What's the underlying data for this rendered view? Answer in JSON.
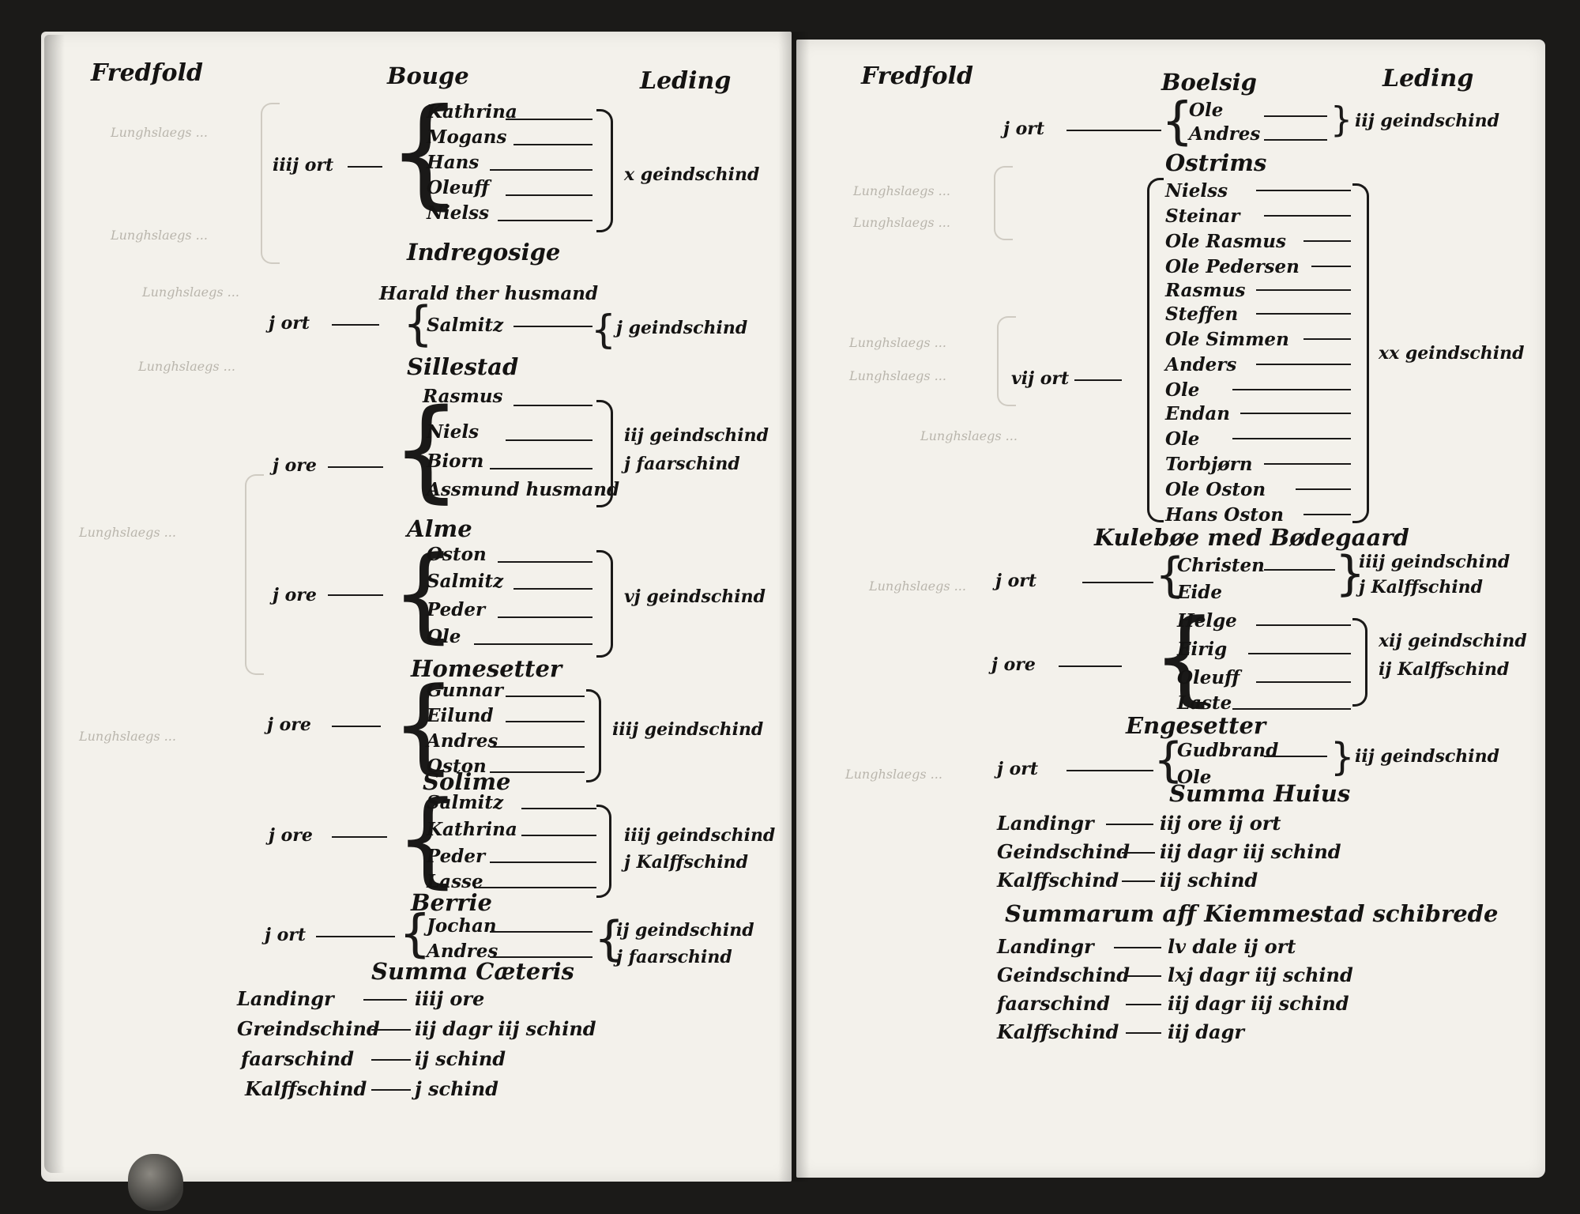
{
  "left_page": {
    "district": "Fredfold",
    "tax_header": "Leding",
    "farms": [
      {
        "name": "Bouge",
        "land": "iiij ort",
        "persons": [
          "Kathrina",
          "Mogans",
          "Hans",
          "Oleuff",
          "Nielss"
        ],
        "taxes": [
          "x geindschind"
        ]
      },
      {
        "name": "Indregosige",
        "land": "j ort",
        "persons": [
          "Harald ther husmand",
          "Salmitz"
        ],
        "taxes": [
          "j geindschind"
        ]
      },
      {
        "name": "Sillestad",
        "land": "j ore",
        "persons": [
          "Rasmus",
          "Niels",
          "Biorn",
          "Assmund husmand"
        ],
        "taxes": [
          "iij geindschind",
          "j faarschind"
        ]
      },
      {
        "name": "Alme",
        "land": "j ore",
        "persons": [
          "Oston",
          "Salmitz",
          "Peder",
          "Ole"
        ],
        "taxes": [
          "vj geindschind"
        ]
      },
      {
        "name": "Homesetter",
        "land": "j ore",
        "persons": [
          "Gunnar",
          "Eilund",
          "Andres",
          "Oston"
        ],
        "taxes": [
          "iiij geindschind"
        ]
      },
      {
        "name": "Solime",
        "land": "j ore",
        "persons": [
          "Salmitz",
          "Kathrina",
          "Peder",
          "Lasse"
        ],
        "taxes": [
          "iiij geindschind",
          "j Kalffschind"
        ]
      },
      {
        "name": "Berrie",
        "land": "j ort",
        "persons": [
          "Jochan",
          "Andres"
        ],
        "taxes": [
          "ij geindschind",
          "j faarschind"
        ]
      }
    ],
    "summary": {
      "title": "Summa Cæteris",
      "lines": [
        {
          "label": "Landingr",
          "value": "iiij ore"
        },
        {
          "label": "Greindschind",
          "value": "iij dagr iij schind"
        },
        {
          "label": "faarschind",
          "value": "ij schind"
        },
        {
          "label": "Kalffschind",
          "value": "j schind"
        }
      ]
    }
  },
  "right_page": {
    "district": "Fredfold",
    "tax_header": "Leding",
    "farms": [
      {
        "name": "Boelsig",
        "land": "j ort",
        "persons": [
          "Ole",
          "Andres"
        ],
        "taxes": [
          "iij geindschind"
        ]
      },
      {
        "name": "Ostrims",
        "land": "vij ort",
        "persons": [
          "Nielss",
          "Steinar",
          "Ole Rasmus",
          "Ole Pedersen",
          "Rasmus",
          "Steffen",
          "Ole Simmen",
          "Anders",
          "Ole",
          "Endan",
          "Ole",
          "Torbjørn",
          "Ole Oston",
          "Hans Oston"
        ],
        "taxes": [
          "xx geindschind"
        ]
      },
      {
        "name": "Kulebøe med Bødegaard",
        "land": "j ort",
        "persons": [
          "Christen",
          "Eide"
        ],
        "taxes": [
          "iiij geindschind",
          "j Kalffschind"
        ]
      },
      {
        "name": "",
        "land": "j ore",
        "persons": [
          "Helge",
          "Eirig",
          "Oleuff",
          "Laste"
        ],
        "taxes": [
          "xij geindschind",
          "ij Kalffschind"
        ]
      },
      {
        "name": "Engesetter",
        "land": "j ort",
        "persons": [
          "Gudbrand",
          "Ole"
        ],
        "taxes": [
          "iij geindschind"
        ]
      }
    ],
    "summary": {
      "title": "Summa Huius",
      "lines": [
        {
          "label": "Landingr",
          "value": "iij ore ij ort"
        },
        {
          "label": "Geindschind",
          "value": "iij dagr iij schind"
        },
        {
          "label": "Kalffschind",
          "value": "iij schind"
        }
      ]
    },
    "grand_summary": {
      "title": "Summarum aff Kiemmestad schibrede",
      "lines": [
        {
          "label": "Landingr",
          "value": "lv dale ij ort"
        },
        {
          "label": "Geindschind",
          "value": "lxj dagr iij schind"
        },
        {
          "label": "faarschind",
          "value": "iij dagr iij schind"
        },
        {
          "label": "Kalffschind",
          "value": "iij dagr"
        }
      ]
    }
  }
}
